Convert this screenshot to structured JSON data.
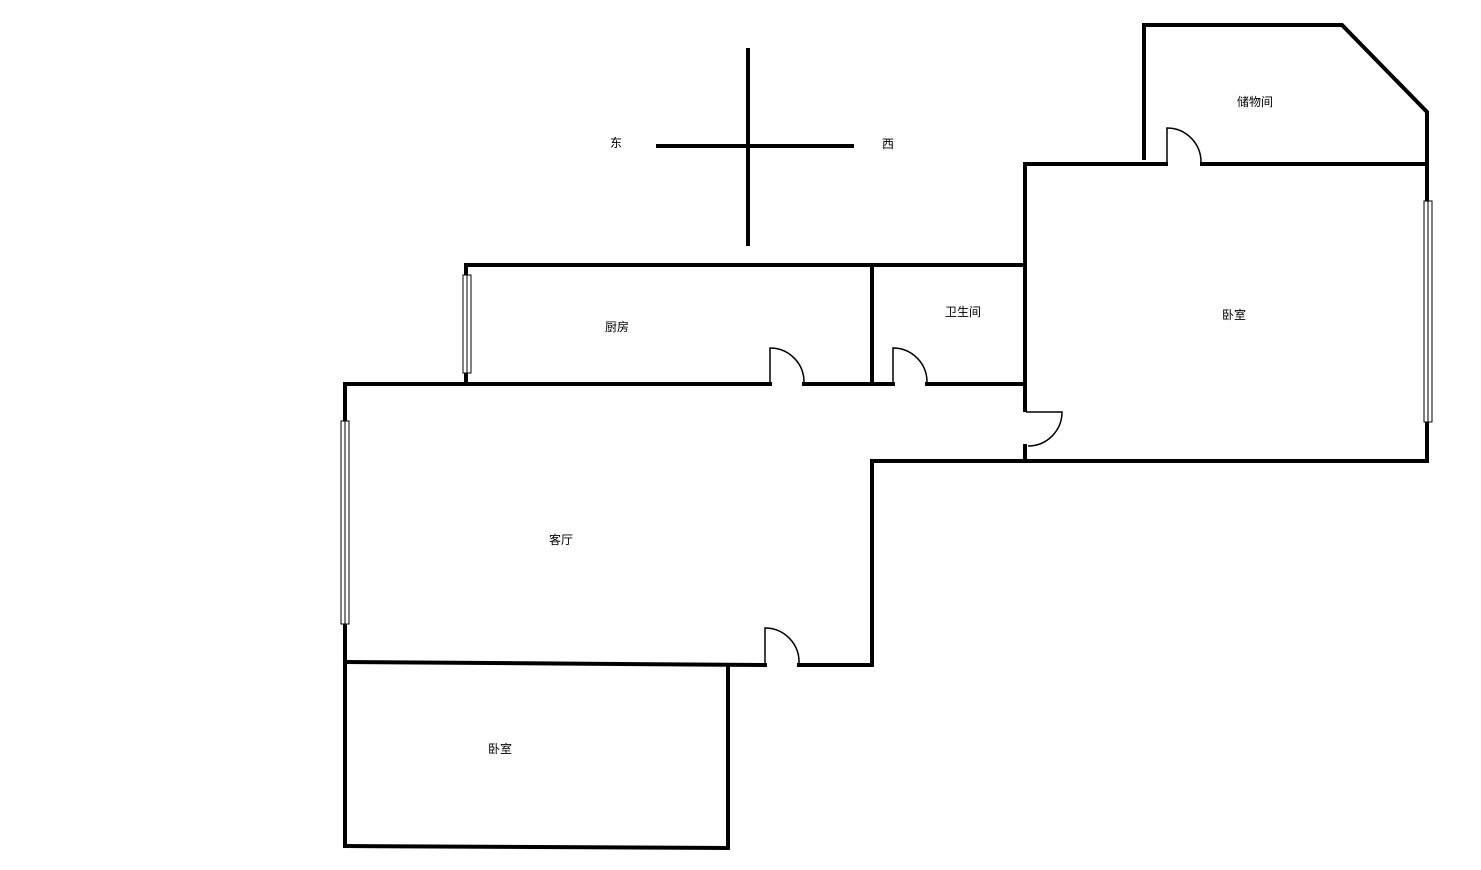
{
  "compass": {
    "east_label": "东",
    "west_label": "西"
  },
  "rooms": {
    "storage": "储物间",
    "bedroom_east": "卧室",
    "bathroom": "卫生间",
    "kitchen": "厨房",
    "living_room": "客厅",
    "bedroom_south": "卧室"
  },
  "colors": {
    "wall": "#000000",
    "background": "#ffffff"
  }
}
